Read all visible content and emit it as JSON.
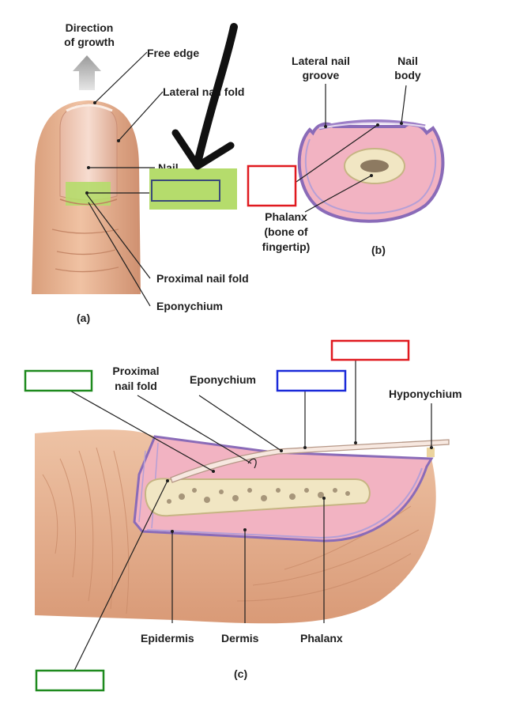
{
  "panels": {
    "a": "(a)",
    "b": "(b)",
    "c": "(c)"
  },
  "labels_a": {
    "direction_line1": "Direction",
    "direction_line2": "of growth",
    "free_edge": "Free edge",
    "lateral_nail_fold": "Lateral nail fold",
    "nail": "Nail",
    "proximal_nail_fold": "Proximal nail fold",
    "eponychium": "Eponychium"
  },
  "labels_b": {
    "lateral_groove_line1": "Lateral nail",
    "lateral_groove_line2": "groove",
    "nail_body_line1": "Nail",
    "nail_body_line2": "body",
    "phalanx_line1": "Phalanx",
    "phalanx_line2": "(bone of",
    "phalanx_line3": "fingertip)"
  },
  "labels_c": {
    "proximal_line1": "Proximal",
    "proximal_line2": "nail fold",
    "eponychium": "Eponychium",
    "hyponychium": "Hyponychium",
    "epidermis": "Epidermis",
    "dermis": "Dermis",
    "phalanx": "Phalanx"
  },
  "answer_boxes": [
    {
      "id": "a-nail-part",
      "border_color": "#3a4a7a",
      "highlight": "#b5dc6c",
      "text": ""
    },
    {
      "id": "b-lateral",
      "border_color": "#e0191f",
      "text": ""
    },
    {
      "id": "c-top-red",
      "border_color": "#e0191f",
      "text": ""
    },
    {
      "id": "c-blue",
      "border_color": "#1a2ad9",
      "text": ""
    },
    {
      "id": "c-green-top",
      "border_color": "#1e8a1e",
      "text": ""
    },
    {
      "id": "c-green-bottom",
      "border_color": "#1e8a1e",
      "text": ""
    }
  ],
  "colors": {
    "skin": "#e9b796",
    "skin_dark": "#c98b69",
    "nail": "#f0c9b8",
    "dermis_pink": "#f2b3c2",
    "epidermis_purple": "#a58cc9",
    "bone": "#f1e6c3",
    "marrow": "#6b5540",
    "highlight": "#b5dc6c",
    "arrow": "#111111"
  },
  "icons": {
    "growth_arrow": "up-arrow-icon",
    "pointer_arrow": "hand-drawn-arrow-icon"
  }
}
